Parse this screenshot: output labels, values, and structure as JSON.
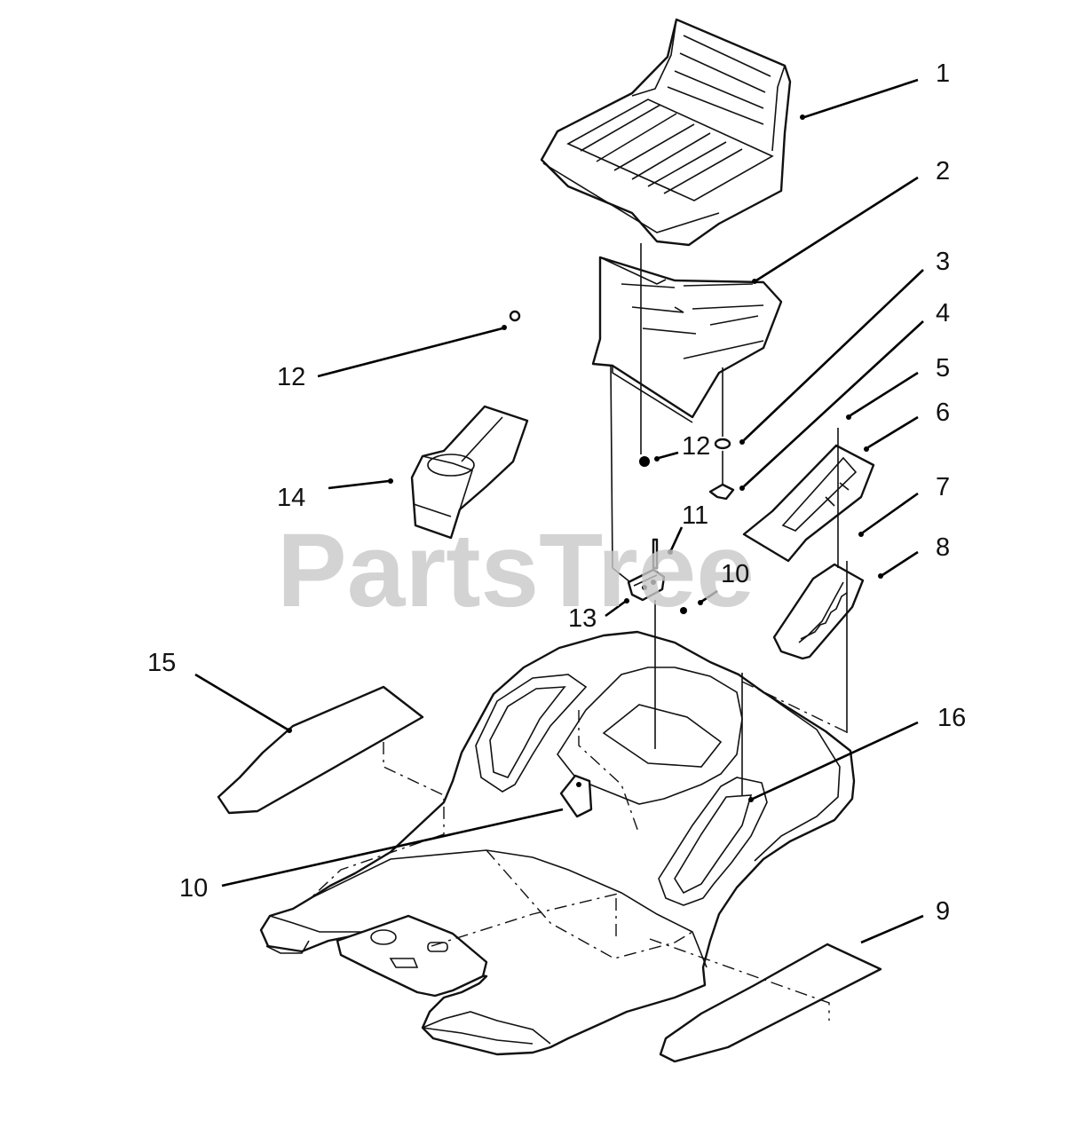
{
  "watermark": "PartsTree",
  "callouts": [
    {
      "id": "c1",
      "label": "1"
    },
    {
      "id": "c2",
      "label": "2"
    },
    {
      "id": "c3",
      "label": "3"
    },
    {
      "id": "c4",
      "label": "4"
    },
    {
      "id": "c5",
      "label": "5"
    },
    {
      "id": "c6",
      "label": "6"
    },
    {
      "id": "c7",
      "label": "7"
    },
    {
      "id": "c8",
      "label": "8"
    },
    {
      "id": "c9",
      "label": "9"
    },
    {
      "id": "c10a",
      "label": "10"
    },
    {
      "id": "c10b",
      "label": "10"
    },
    {
      "id": "c11",
      "label": "11"
    },
    {
      "id": "c12a",
      "label": "12"
    },
    {
      "id": "c12b",
      "label": "12"
    },
    {
      "id": "c13",
      "label": "13"
    },
    {
      "id": "c14",
      "label": "14"
    },
    {
      "id": "c15",
      "label": "15"
    },
    {
      "id": "c16",
      "label": "16"
    }
  ]
}
